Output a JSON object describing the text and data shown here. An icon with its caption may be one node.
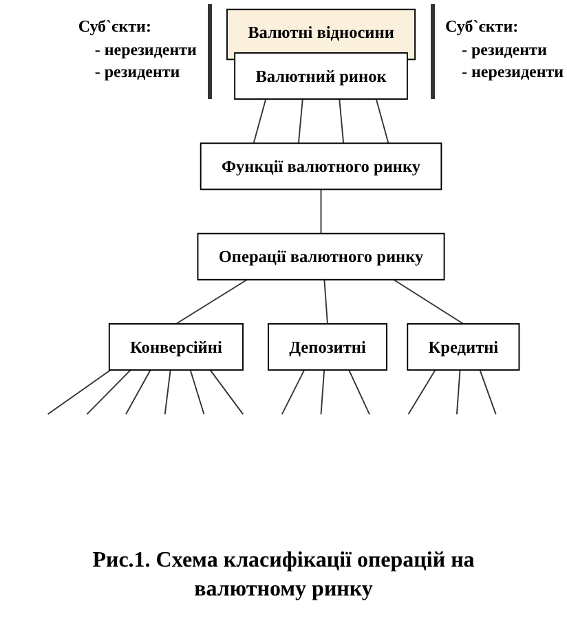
{
  "diagram": {
    "caption": "Рис.1. Схема класифікації операцій на валютному ринку",
    "nodes": [
      {
        "text": [
          "Валютні відносини"
        ]
      },
      {
        "text": [
          "Валютний ринок"
        ]
      },
      {
        "text": [
          "Функції валютного ринку"
        ]
      },
      {
        "text": [
          "Операції валютного ринку"
        ]
      },
      {
        "text": [
          "Конверсійні"
        ]
      },
      {
        "text": [
          "Депозитні"
        ]
      },
      {
        "text": [
          "Кредитні"
        ]
      }
    ],
    "edges": [
      {
        "from": 1,
        "to": 2,
        "arrow": "none"
      },
      {
        "from": 1,
        "to": 2,
        "arrow": "none"
      },
      {
        "from": 1,
        "to": 2,
        "arrow": "none"
      },
      {
        "from": 1,
        "to": 2,
        "arrow": "none"
      },
      {
        "from": 2,
        "to": 3,
        "arrow": "none"
      },
      {
        "from": 3,
        "to": 4,
        "arrow": "none"
      },
      {
        "from": 3,
        "to": 5,
        "arrow": "none"
      },
      {
        "from": 3,
        "to": 6,
        "arrow": "none"
      },
      {
        "from": 4,
        "to": null,
        "arrow": "none"
      },
      {
        "from": 4,
        "to": null,
        "arrow": "none"
      },
      {
        "from": 4,
        "to": null,
        "arrow": "none"
      },
      {
        "from": 4,
        "to": null,
        "arrow": "none"
      },
      {
        "from": 4,
        "to": null,
        "arrow": "none"
      },
      {
        "from": 4,
        "to": null,
        "arrow": "none"
      },
      {
        "from": 5,
        "to": null,
        "arrow": "none"
      },
      {
        "from": 5,
        "to": null,
        "arrow": "none"
      },
      {
        "from": 5,
        "to": null,
        "arrow": "none"
      },
      {
        "from": 6,
        "to": null,
        "arrow": "none"
      },
      {
        "from": 6,
        "to": null,
        "arrow": "none"
      },
      {
        "from": 6,
        "to": null,
        "arrow": "none"
      }
    ],
    "labels": [
      "Суб`єкти:",
      "- нерезиденти",
      "- резиденти",
      "Суб`єкти:",
      "- резиденти",
      "- нерезиденти"
    ]
  }
}
